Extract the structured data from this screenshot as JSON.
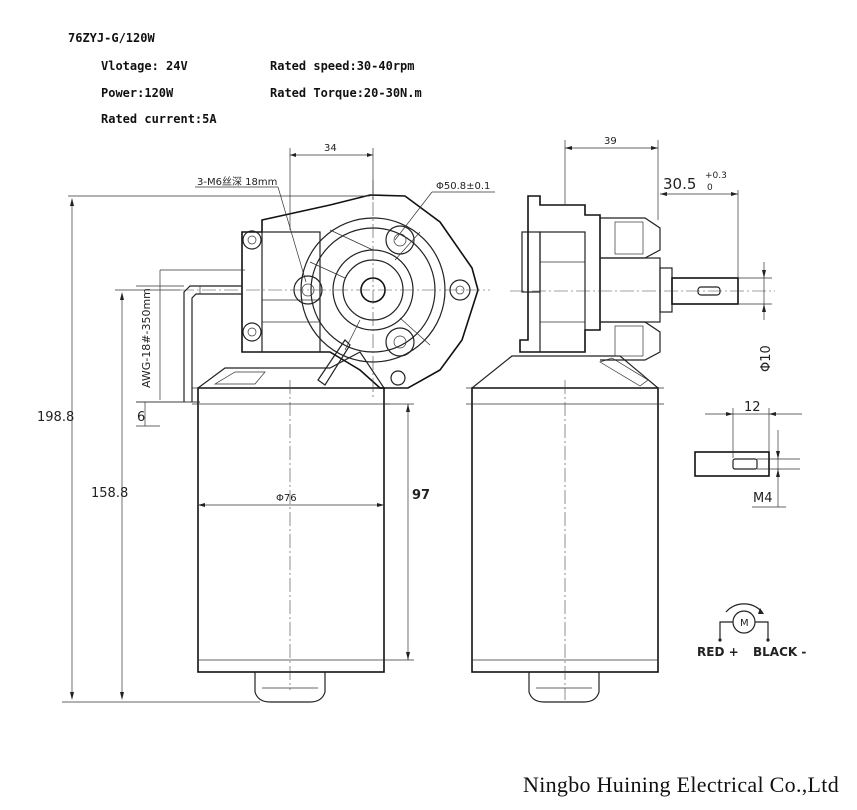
{
  "specs": {
    "model": "76ZYJ-G/120W",
    "voltage": "Vlotage: 24V",
    "power": "Power:120W",
    "current": "Rated current:5A",
    "speed": "Rated speed:30-40rpm",
    "torque": "Rated Torque:20-30N.m"
  },
  "dims": {
    "d34": "34",
    "d39": "39",
    "d30_5": "30.5",
    "d30_5_tol_up": "+0.3",
    "d30_5_tol_low": "0",
    "thread": "3-M6丝深 18mm",
    "flange_dia": "Φ50.8±0.1",
    "wire": "AWG-18#-350mm",
    "d6": "6",
    "d198_8": "198.8",
    "d158_8": "158.8",
    "d76": "Φ76",
    "d97": "97",
    "d10": "Φ10",
    "d12": "12",
    "m4": "M4"
  },
  "wiring": {
    "motor_symbol": "M",
    "red": "RED +",
    "black": "BLACK -"
  },
  "company": "Ningbo Huining Electrical Co.,Ltd",
  "colors": {
    "line": "#222222",
    "background": "#ffffff"
  }
}
